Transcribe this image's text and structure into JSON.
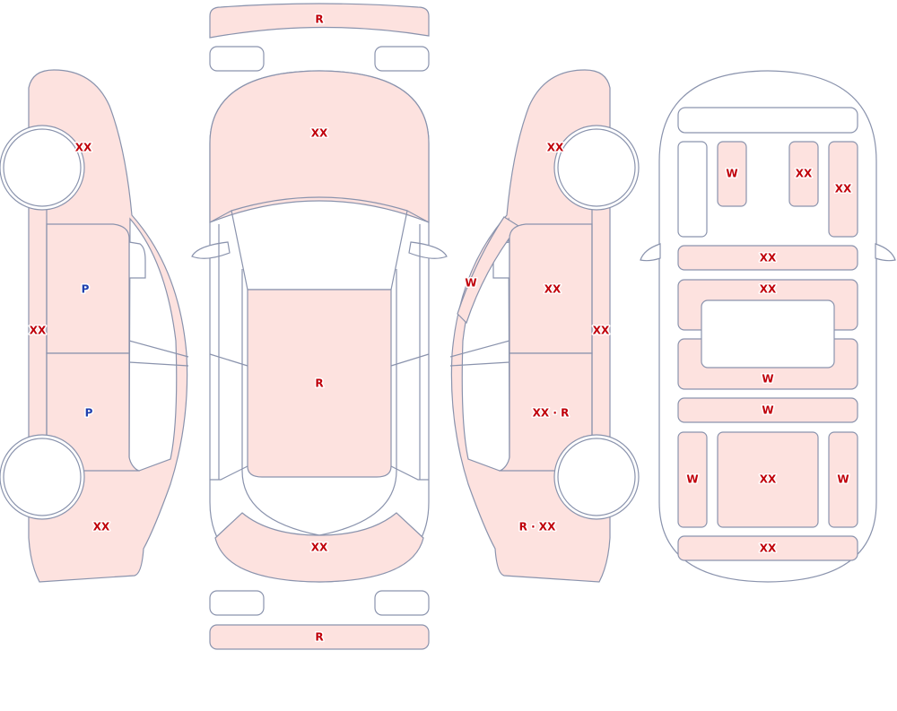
{
  "colors": {
    "panel_fill": "#fde2df",
    "outline": "#8a93ad",
    "code_red": "#c0000a",
    "code_blue": "#1f3fae"
  },
  "views": {
    "left_side": {
      "front_fender": "XX",
      "rocker_panel": "XX",
      "front_door": "P",
      "rear_door": "P",
      "rear_quarter": "XX"
    },
    "top": {
      "front_bumper": "R",
      "hood": "XX",
      "roof": "R",
      "trunk_lid": "XX",
      "rear_bumper": "R"
    },
    "right_side": {
      "front_fender": "XX",
      "a_pillar": "W",
      "front_door": "XX",
      "rocker_panel": "XX",
      "rear_door": "XX · R",
      "rear_quarter": "R · XX"
    },
    "underbody": {
      "front_left_bracket": "W",
      "front_right_bracket": "XX",
      "right_rail": "XX",
      "front_crossmember": "XX",
      "mid_crossmember_top": "XX",
      "mid_crossmember_bottom": "W",
      "rear_crossmember": "W",
      "left_rear_rail": "W",
      "rear_floor": "XX",
      "right_rear_rail": "W",
      "rear_panel": "XX"
    }
  }
}
